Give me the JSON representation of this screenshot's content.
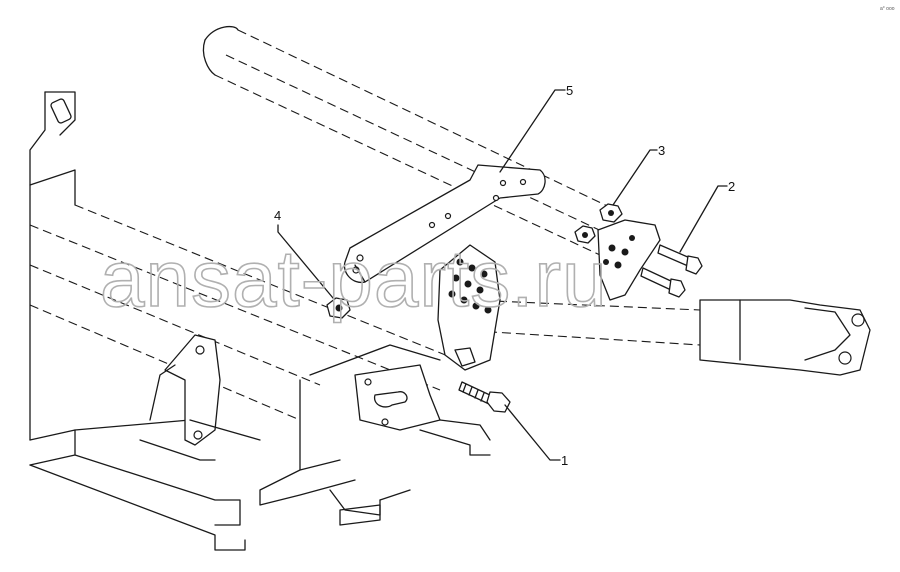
{
  "watermark": "ansat-parts.ru",
  "corner_code": "a° ooo",
  "callouts": [
    {
      "label": "1"
    },
    {
      "label": "2"
    },
    {
      "label": "3"
    },
    {
      "label": "4"
    },
    {
      "label": "5"
    }
  ]
}
